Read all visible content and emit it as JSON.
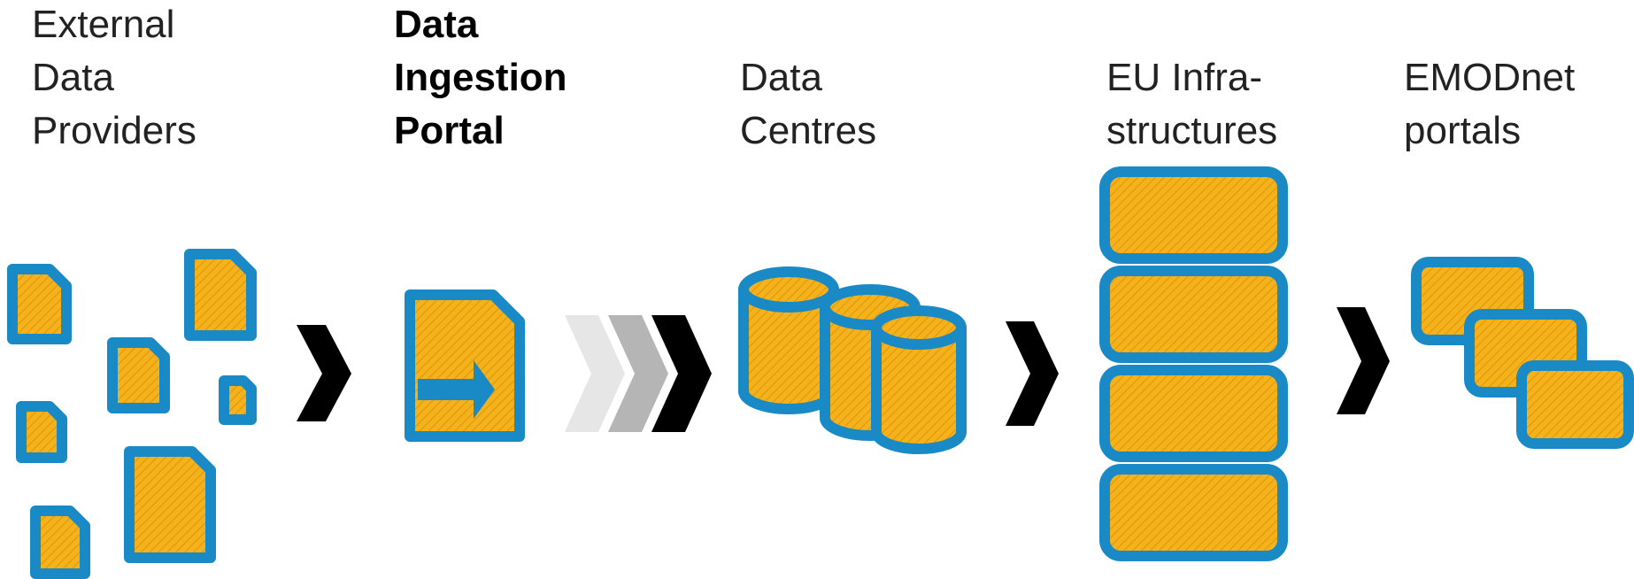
{
  "stages": [
    {
      "id": "external",
      "lines": [
        "External",
        "Data",
        "Providers"
      ],
      "bold": false
    },
    {
      "id": "portal",
      "lines": [
        "Data",
        "Ingestion",
        "Portal"
      ],
      "bold": true
    },
    {
      "id": "centres",
      "lines": [
        "Data",
        "Centres"
      ],
      "bold": false
    },
    {
      "id": "eu",
      "lines": [
        "EU Infra-",
        "structures"
      ],
      "bold": false
    },
    {
      "id": "emodnet",
      "lines": [
        "EMODnet",
        "portals"
      ],
      "bold": false
    }
  ],
  "colors": {
    "border": "#1a8ac6",
    "fill": "#f6b21b",
    "hatch": "#e09a10",
    "arrow": "#000000",
    "arrow_light": "#e6e6e6",
    "arrow_mid": "#b5b5b5",
    "icon_arrow": "#1a8ac6"
  }
}
